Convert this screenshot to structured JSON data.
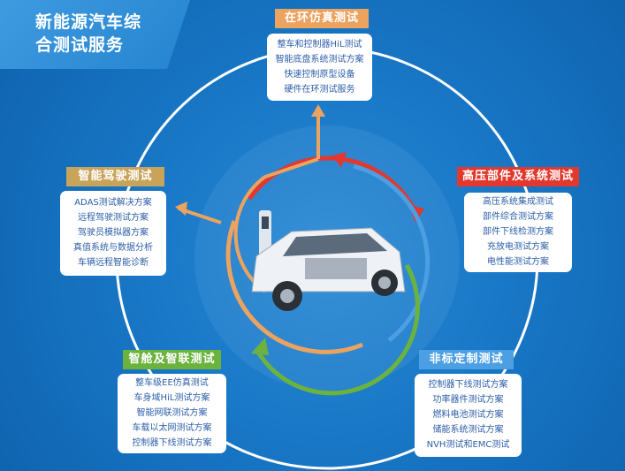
{
  "title": [
    "新能源汽车综",
    "合测试服务"
  ],
  "sections": [
    {
      "header": "在环仿真测试",
      "color": "#eba35f",
      "items": [
        "整车和控制器HiL测试",
        "智能底盘系统测试方案",
        "快速控制原型设备",
        "硬件在环测试服务"
      ]
    },
    {
      "header": "智能驾驶测试",
      "color": "#c8a45a",
      "items": [
        "ADAS测试解决方案",
        "远程驾驶测试方案",
        "驾驶员模拟器方案",
        "真值系统与数据分析",
        "车辆远程智能诊断"
      ]
    },
    {
      "header": "高压部件及系统测试",
      "color": "#e2382e",
      "items": [
        "高压系统集成测试",
        "部件综合测试方案",
        "部件下线检测方案",
        "充放电测试方案",
        "电性能测试方案"
      ]
    },
    {
      "header": "智舱及智联测试",
      "color": "#6cb33e",
      "items": [
        "整车级EE仿真测试",
        "车身域HiL测试方案",
        "智能网联测试方案",
        "车载以太网测试方案",
        "控制器下线测试方案"
      ]
    },
    {
      "header": "非标定制测试",
      "color": "#4b9fe2",
      "items": [
        "控制器下线测试方案",
        "功率器件测试方案",
        "燃料电池测试方案",
        "储能系统测试方案",
        "NVH测试和EMC测试"
      ]
    }
  ]
}
